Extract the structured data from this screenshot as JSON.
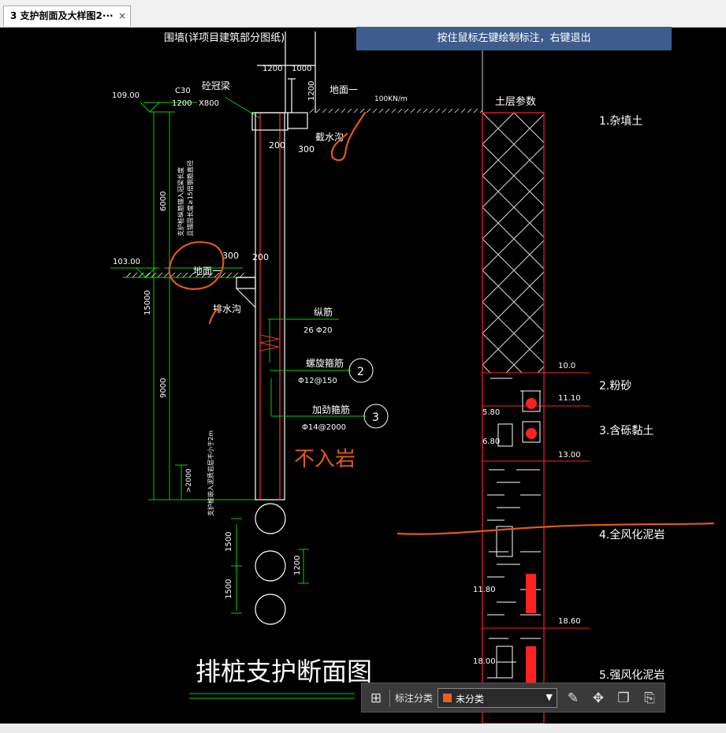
{
  "tab": {
    "number": "3",
    "title": "支护剖面及大样图2···",
    "close": "×"
  },
  "hint": "按住鼠标左键绘制标注，右键退出",
  "toolbar": {
    "category_label": "标注分类",
    "category_value": "未分类",
    "swatch_color": "#e8601c"
  },
  "drawing": {
    "title": "排桩支护断面图",
    "fence_note": "围墙(详项目建筑部分图纸)",
    "dim_1200_a": "1200",
    "dim_1000": "1000",
    "dim_1200_v": "1200",
    "ground_label_top": "地面一",
    "load": "100KN/m",
    "elev_top": "109.00",
    "c30": "C30",
    "cap_beam": "砼冠梁",
    "cap_size_1": "1200",
    "cap_size_2": "X800",
    "dim_200_a": "200",
    "dim_300_a": "300",
    "intercept_ditch": "截水沟",
    "dim_6000": "6000",
    "vnote_1": "支护桩纵筋锚入冠梁长度",
    "vnote_2": "且锚固长度≥15倍钢筋直径",
    "elev_mid": "103.00",
    "dim_300_b": "300",
    "dim_200_b": "200",
    "ground_label_mid": "地面一",
    "drain_ditch": "排水沟",
    "dim_15000": "15000",
    "long_bar": "纵筋",
    "long_bar_spec": "26  Φ20",
    "spiral": "螺旋箍筋",
    "spiral_spec": "Φ12@150",
    "spiral_no": "2",
    "stiff": "加劲箍筋",
    "stiff_spec": "Φ14@2000",
    "stiff_no": "3",
    "dim_9000": "9000",
    "dim_2000": ">2000",
    "vnote_3": "支护桩嵌入泥质岩层不小于2m",
    "dim_1500_a": "1500",
    "dim_1500_b": "1500",
    "dim_1200_pile": "1200",
    "soil_header": "土层参数",
    "layers": [
      "1.杂填土",
      "2.粉砂",
      "3.含砾黏土",
      "4.全风化泥岩",
      "5.强风化泥岩"
    ],
    "depth_10": "10.0",
    "depth_1110": "11.10",
    "depth_580": "5.80",
    "depth_680": "6.80",
    "depth_1300": "13.00",
    "depth_1180": "11.80",
    "depth_1860": "18.60",
    "depth_1800": "18.00",
    "handwritten": "不入岩",
    "annotation_color": "#e0591a"
  }
}
